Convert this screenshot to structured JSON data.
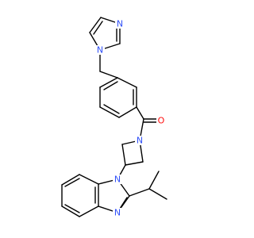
{
  "molecule": {
    "atom_labels": {
      "imidazole_n1": "N",
      "imidazole_n3": "N",
      "carbonyl_o": "O",
      "azetidine_n": "N",
      "benzimidazole_n1": "N",
      "benzimidazole_n3": "N"
    },
    "colors": {
      "nitrogen": "#3050F8",
      "oxygen": "#FF0D0D",
      "bond": "#000000",
      "background": "#ffffff"
    }
  }
}
